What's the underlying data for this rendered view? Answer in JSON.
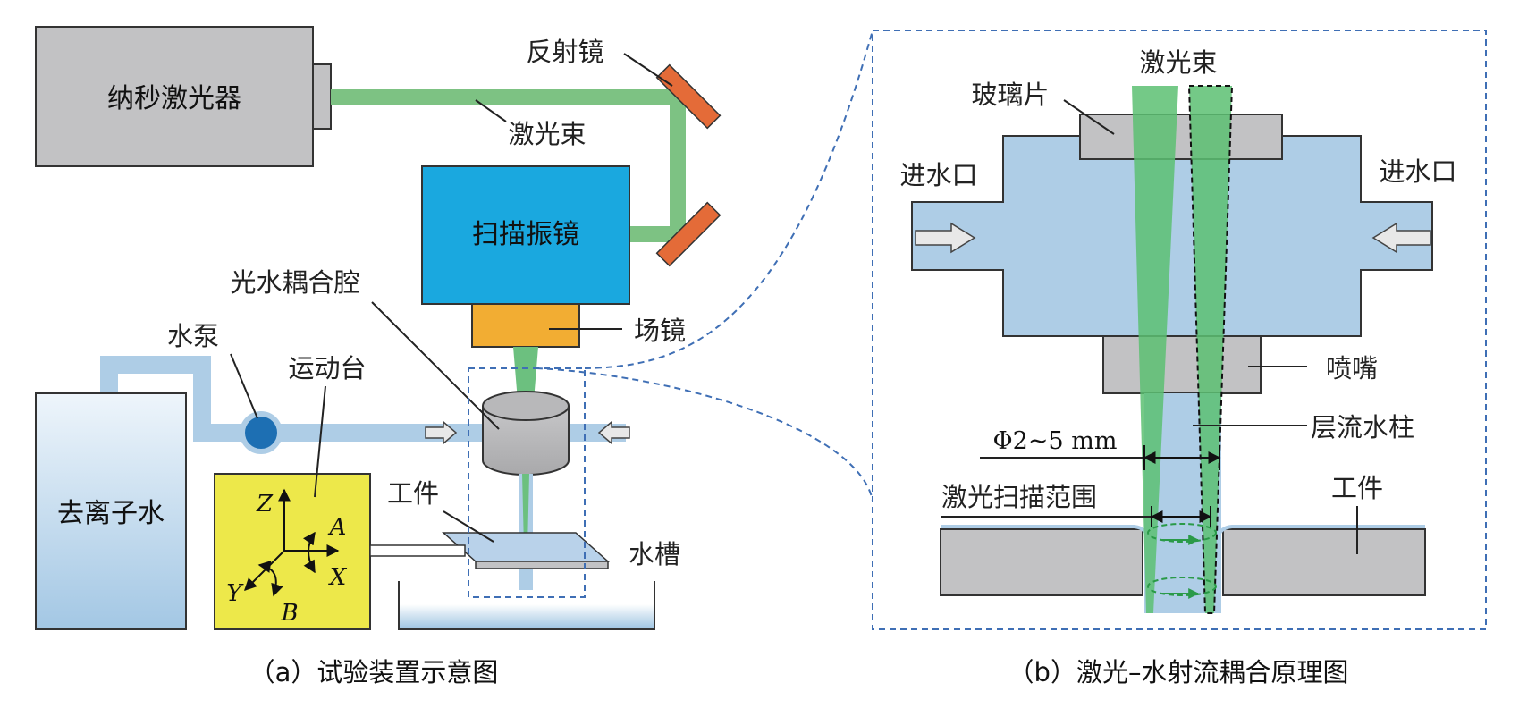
{
  "panel_a": {
    "caption": "（a）试验装置示意图",
    "laser_source": "纳秒激光器",
    "mirror": "反射镜",
    "laser_beam": "激光束",
    "scanner": "扫描振镜",
    "coupling_chamber": "光水耦合腔",
    "field_lens": "场镜",
    "pump": "水泵",
    "motion_stage": "运动台",
    "di_water": "去离子水",
    "workpiece": "工件",
    "water_tank": "水槽",
    "axes": {
      "z": "Z",
      "a": "A",
      "x": "X",
      "y": "Y",
      "b": "B"
    }
  },
  "panel_b": {
    "caption": "（b）激光–水射流耦合原理图",
    "laser_beam": "激光束",
    "glass": "玻璃片",
    "inlet_left": "进水口",
    "inlet_right": "进水口",
    "nozzle": "喷嘴",
    "water_column": "层流水柱",
    "diameter": "Φ2~5 mm",
    "scan_range": "激光扫描范围",
    "workpiece": "工件"
  },
  "colors": {
    "laser_green": "#5cbf72",
    "beam_green": "#7dc283",
    "water_blue": "#aecde6",
    "scanner_blue": "#1aa8df",
    "lens_orange": "#f2ad33",
    "mirror_orange": "#e46b38",
    "stage_yellow": "#ede84a",
    "gray": "#c2c2c4",
    "dashed_blue": "#3f6fb5"
  }
}
